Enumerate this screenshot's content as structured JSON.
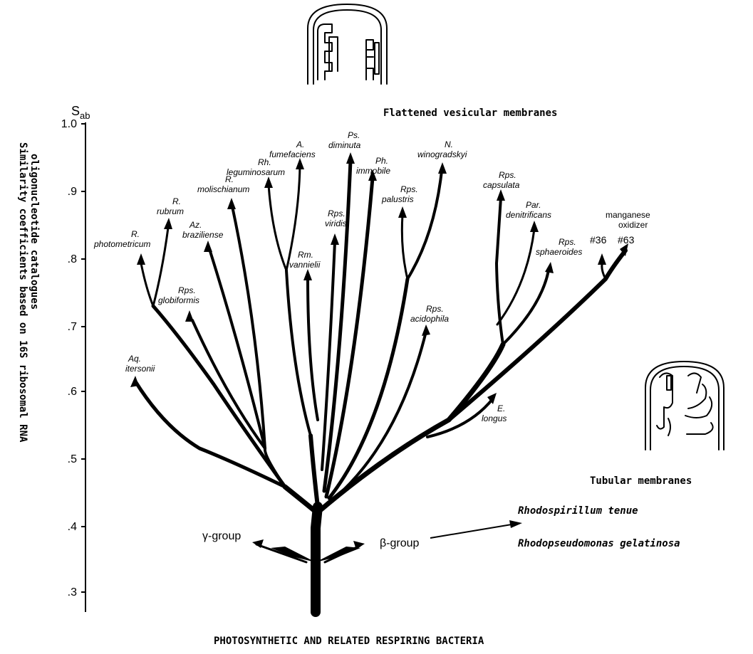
{
  "y_axis": {
    "symbol": "S",
    "subscript": "ab",
    "ticks": [
      "1.0",
      ".9",
      ".8",
      ".7",
      ".6",
      ".5",
      ".4",
      ".3"
    ],
    "side_label_line1": "Similarity coefficients based on 16S ribosomal RNA",
    "side_label_line2": "oligonucleotide catalogues"
  },
  "headers": {
    "flattened": "Flattened vesicular membranes",
    "tubular": "Tubular membranes",
    "bottom_caption": "PHOTOSYNTHETIC AND RELATED RESPIRING BACTERIA"
  },
  "groups": {
    "gamma": "γ-group",
    "beta": "β-group",
    "beta_members": [
      "Rhodospirillum tenue",
      "Rhodopseudomonas gelatinosa"
    ]
  },
  "taxa": {
    "photometricum": [
      "R.",
      "photometricum"
    ],
    "rubrum": [
      "R.",
      "rubrum"
    ],
    "globiformis": [
      "Rps.",
      "globiformis"
    ],
    "aq_itersonii": [
      "Aq.",
      "itersonii"
    ],
    "brasiliense": [
      "Az.",
      "braziliense"
    ],
    "molischianum": [
      "R.",
      "molischianum"
    ],
    "leguminosarum": [
      "Rh.",
      "leguminosarum"
    ],
    "fumefaciens": [
      "A.",
      "fumefaciens"
    ],
    "vannielii": [
      "Rm.",
      "vannielii"
    ],
    "viridis": [
      "Rps.",
      "viridis"
    ],
    "diminuta": [
      "Ps.",
      "diminuta"
    ],
    "immobile": [
      "Ph.",
      "immobile"
    ],
    "palustris": [
      "Rps.",
      "palustris"
    ],
    "winogradskyi": [
      "N.",
      "winogradskyi"
    ],
    "acidophila": [
      "Rps.",
      "acidophila"
    ],
    "capsulata": [
      "Rps.",
      "capsulata"
    ],
    "denitrificans": [
      "Par.",
      "denitrificans"
    ],
    "sphaeroides": [
      "Rps.",
      "sphaeroides"
    ],
    "manganese": [
      "manganese",
      "oxidizer"
    ],
    "m36": "#36",
    "m63": "#63",
    "longus": [
      "E.",
      "longus"
    ]
  }
}
